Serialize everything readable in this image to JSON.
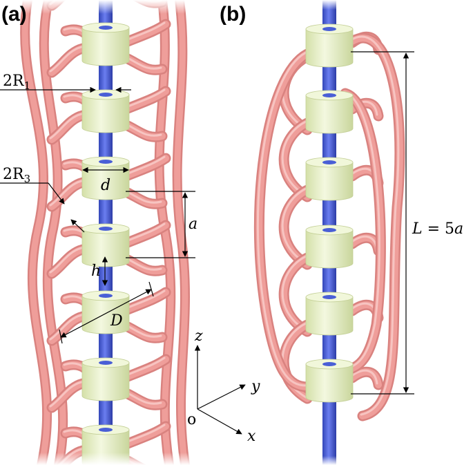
{
  "panels": {
    "a": "(a)",
    "b": "(b)"
  },
  "labels": {
    "two_r1": "2R",
    "r1_sub": "1",
    "two_r3": "2R",
    "r3_sub": "3",
    "d": "d",
    "a": "a",
    "h": "h",
    "D": "D",
    "L_eq_prefix": "L",
    "L_eq_rest": " = 5",
    "L_eq_a": "a"
  },
  "axes": {
    "z": "z",
    "y": "y",
    "x": "x",
    "origin": "o"
  },
  "colors": {
    "rod": "#4a5fd6",
    "cylinder": "#e6f0c4",
    "cylinder_top": "#eef5d6",
    "helix": "#ee9c98",
    "helix_dark": "#d9827f",
    "line": "#000000"
  }
}
